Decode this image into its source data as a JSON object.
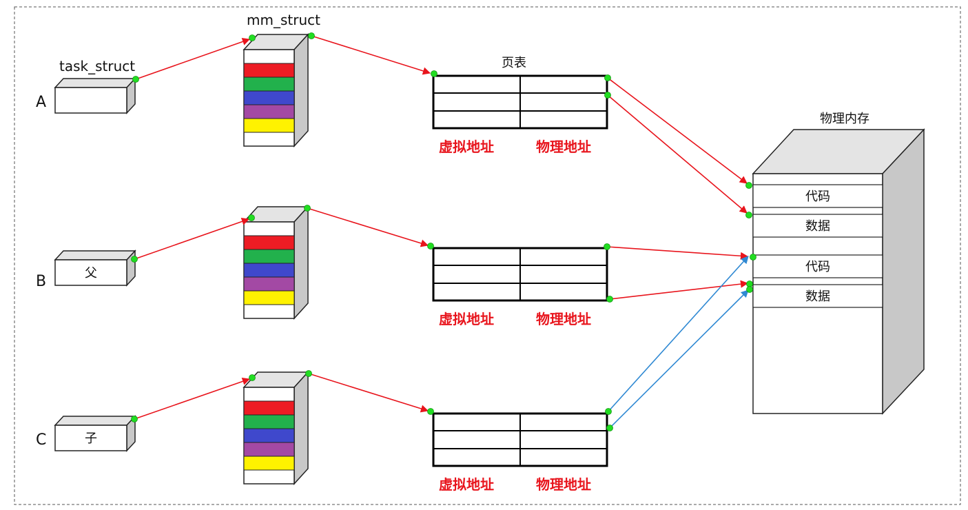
{
  "colors": {
    "red_arrow": "#e8141c",
    "blue_arrow": "#2f89d3",
    "green_dot": "#22dd22",
    "border": "#222222",
    "side_shade": "#c8c8c8",
    "top_shade": "#e4e4e4",
    "mm_bands": [
      "#ed1c24",
      "#22b14c",
      "#3f48cc",
      "#a349a4",
      "#fff200"
    ]
  },
  "labels": {
    "task_struct": "task_struct",
    "mm_struct": "mm_struct",
    "page_table": "页表",
    "physical_memory": "物理内存"
  },
  "processes": [
    {
      "id": "A",
      "box_text": "",
      "virtual_label": "虚拟地址",
      "physical_label": "物理地址"
    },
    {
      "id": "B",
      "box_text": "父",
      "virtual_label": "虚拟地址",
      "physical_label": "物理地址"
    },
    {
      "id": "C",
      "box_text": "子",
      "virtual_label": "虚拟地址",
      "physical_label": "物理地址"
    }
  ],
  "memory_segments": [
    {
      "label": "代码"
    },
    {
      "label": "数据"
    },
    {
      "label": "代码"
    },
    {
      "label": "数据"
    }
  ]
}
